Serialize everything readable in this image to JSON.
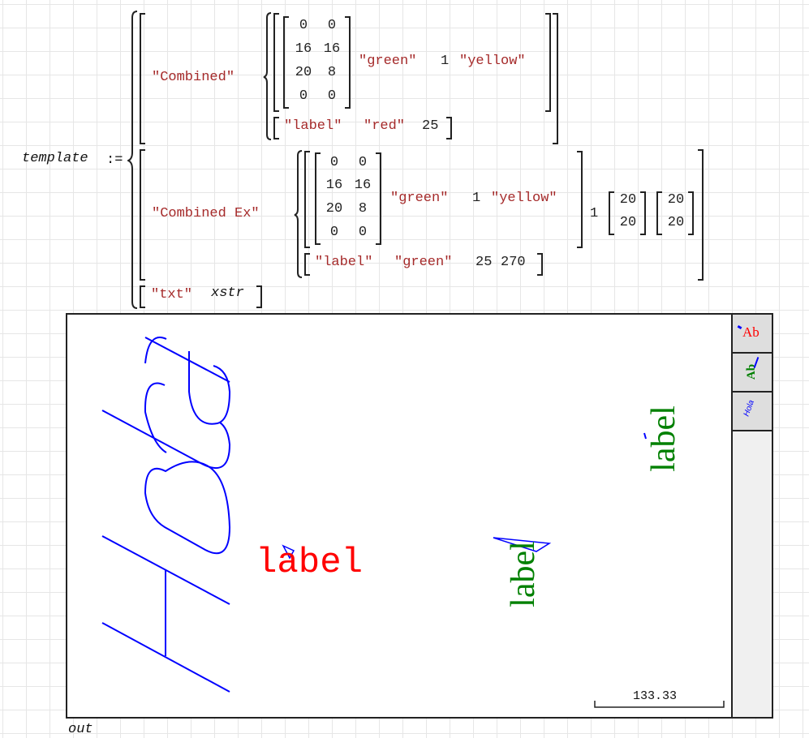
{
  "definition": {
    "variable": "template",
    "operator": ":=",
    "rows": [
      {
        "name": "\"Combined\"",
        "matrix": [
          [
            "0",
            "0"
          ],
          [
            "16",
            "16"
          ],
          [
            "20",
            "8"
          ],
          [
            "0",
            "0"
          ]
        ],
        "style": [
          "\"green\"",
          "1",
          "\"yellow\""
        ],
        "label_row": [
          "\"label\"",
          "\"red\"",
          "25"
        ]
      },
      {
        "name": "\"Combined Ex\"",
        "matrix": [
          [
            "0",
            "0"
          ],
          [
            "16",
            "16"
          ],
          [
            "20",
            "8"
          ],
          [
            "0",
            "0"
          ]
        ],
        "style": [
          "\"green\"",
          "1",
          "\"yellow\""
        ],
        "extra": [
          "1"
        ],
        "vec1": [
          "20",
          "20"
        ],
        "vec2": [
          "20",
          "20"
        ],
        "label_row": [
          "\"label\"",
          "\"green\"",
          "25",
          "270"
        ]
      }
    ],
    "txt_row": [
      "\"txt\"",
      "xstr"
    ]
  },
  "plot": {
    "big_text": "Hola",
    "big_text_color": "#0000ff",
    "labels": [
      {
        "text": "label",
        "color": "#ff0000",
        "rotation": 0
      },
      {
        "text": "label",
        "color": "#008000",
        "rotation": 270
      },
      {
        "text": "label",
        "color": "#008000",
        "rotation": 270
      }
    ],
    "scale_bar_value": "133.33",
    "output_variable": "out"
  },
  "sidebar": {
    "thumbnails": [
      {
        "label": "Ab",
        "color": "#ff0000"
      },
      {
        "label": "Ab",
        "color": "#008000"
      },
      {
        "label": "Hola",
        "color": "#0000ff"
      }
    ]
  }
}
